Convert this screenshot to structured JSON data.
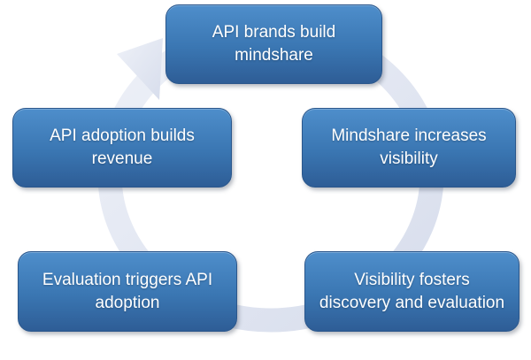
{
  "diagram": {
    "type": "cycle",
    "arrow": {
      "icon": "circular-arrow",
      "direction": "clockwise"
    },
    "steps": [
      {
        "id": "brands-build-mindshare",
        "position": "top",
        "lines": [
          "API brands build",
          "mindshare"
        ]
      },
      {
        "id": "mindshare-increases-visibility",
        "position": "right",
        "lines": [
          "Mindshare increases",
          "visibility"
        ]
      },
      {
        "id": "visibility-fosters-discovery-evaluation",
        "position": "bottom-right",
        "lines": [
          "Visibility fosters",
          "discovery and evaluation"
        ]
      },
      {
        "id": "evaluation-triggers-adoption",
        "position": "bottom-left",
        "lines": [
          "Evaluation triggers API",
          "adoption"
        ]
      },
      {
        "id": "adoption-builds-revenue",
        "position": "left",
        "lines": [
          "API adoption builds",
          "revenue"
        ]
      }
    ]
  },
  "colors": {
    "background": "#ffffff",
    "box_top": "#4e8ecb",
    "box_mid": "#3a76b2",
    "box_bottom": "#2e5d96",
    "box_border": "#2b578c",
    "box_text": "#ffffff",
    "ring_light": "#eef1f8",
    "ring_dark": "#d7ddec"
  }
}
